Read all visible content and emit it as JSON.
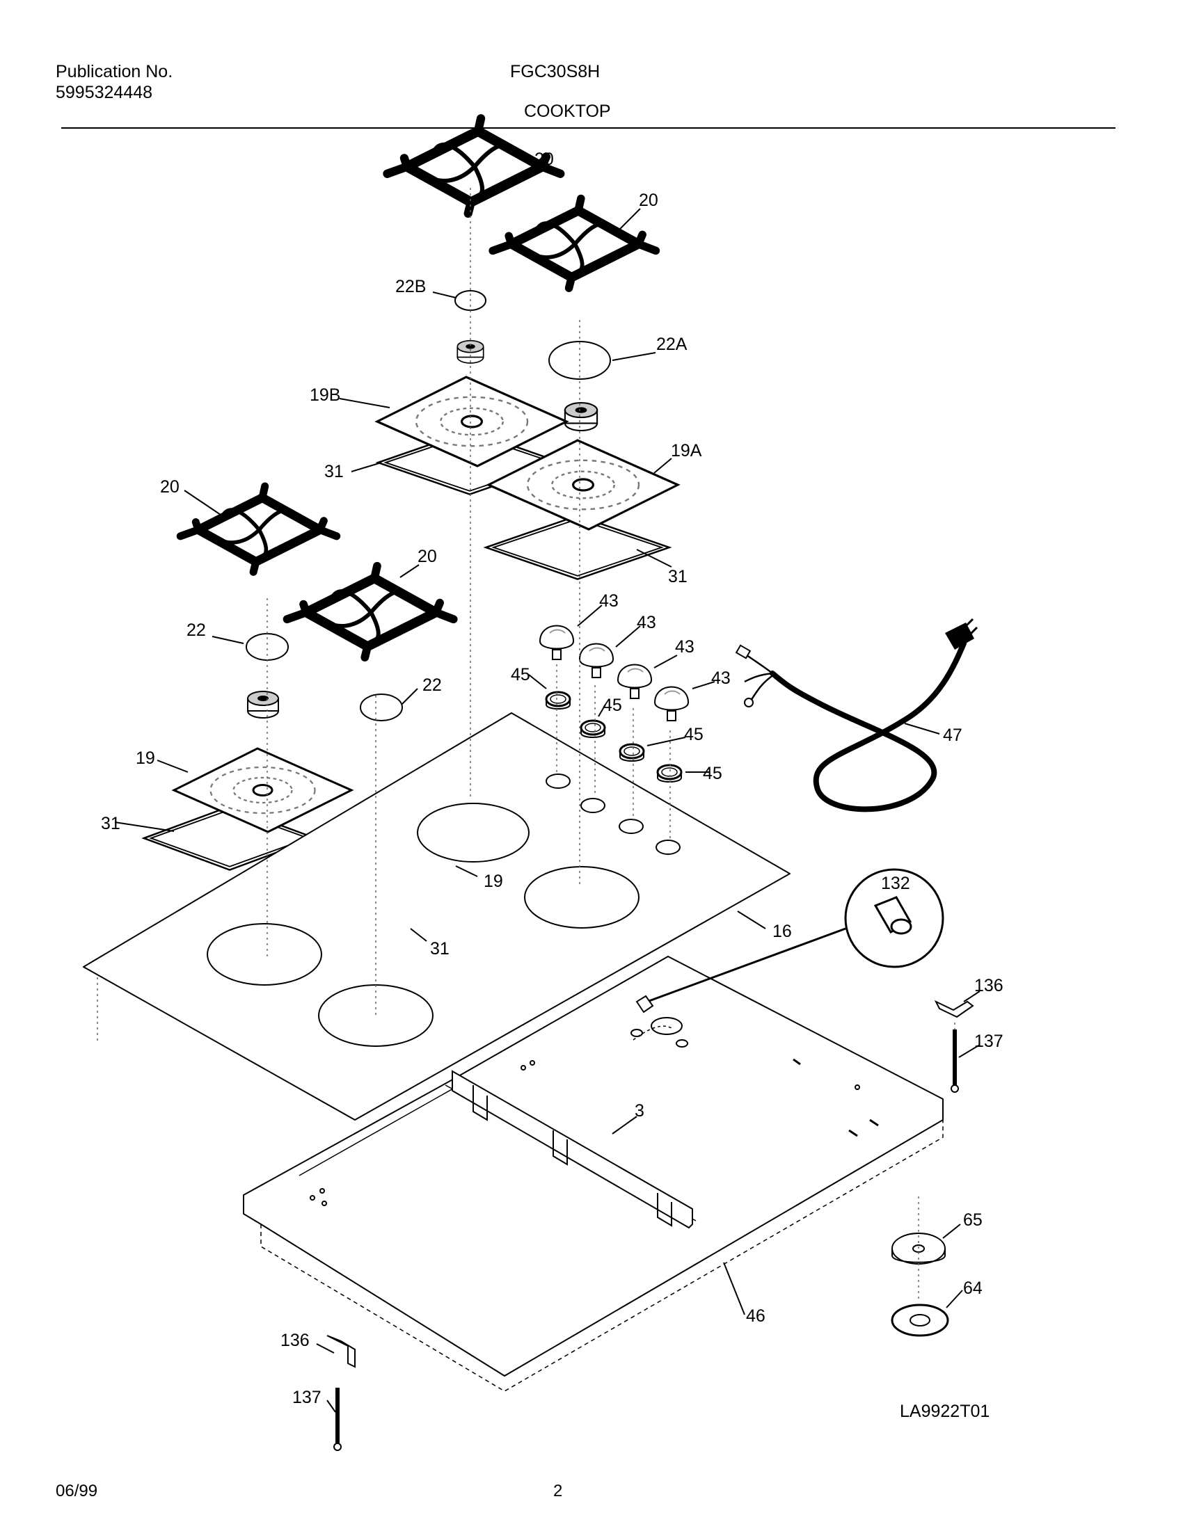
{
  "header": {
    "publication_label": "Publication No.",
    "publication_number": "5995324448",
    "model": "FGC30S8H",
    "section": "COOKTOP"
  },
  "diagram": {
    "callouts": [
      "20",
      "20",
      "22B",
      "22A",
      "19B",
      "19A",
      "31",
      "31",
      "20",
      "20",
      "43",
      "43",
      "43",
      "43",
      "22",
      "22",
      "45",
      "45",
      "45",
      "45",
      "47",
      "19",
      "31",
      "19",
      "31",
      "16",
      "132",
      "136",
      "137",
      "3",
      "65",
      "64",
      "46",
      "136",
      "137"
    ],
    "drawing_id": "LA9922T01"
  },
  "footer": {
    "date": "06/99",
    "page": "2"
  }
}
